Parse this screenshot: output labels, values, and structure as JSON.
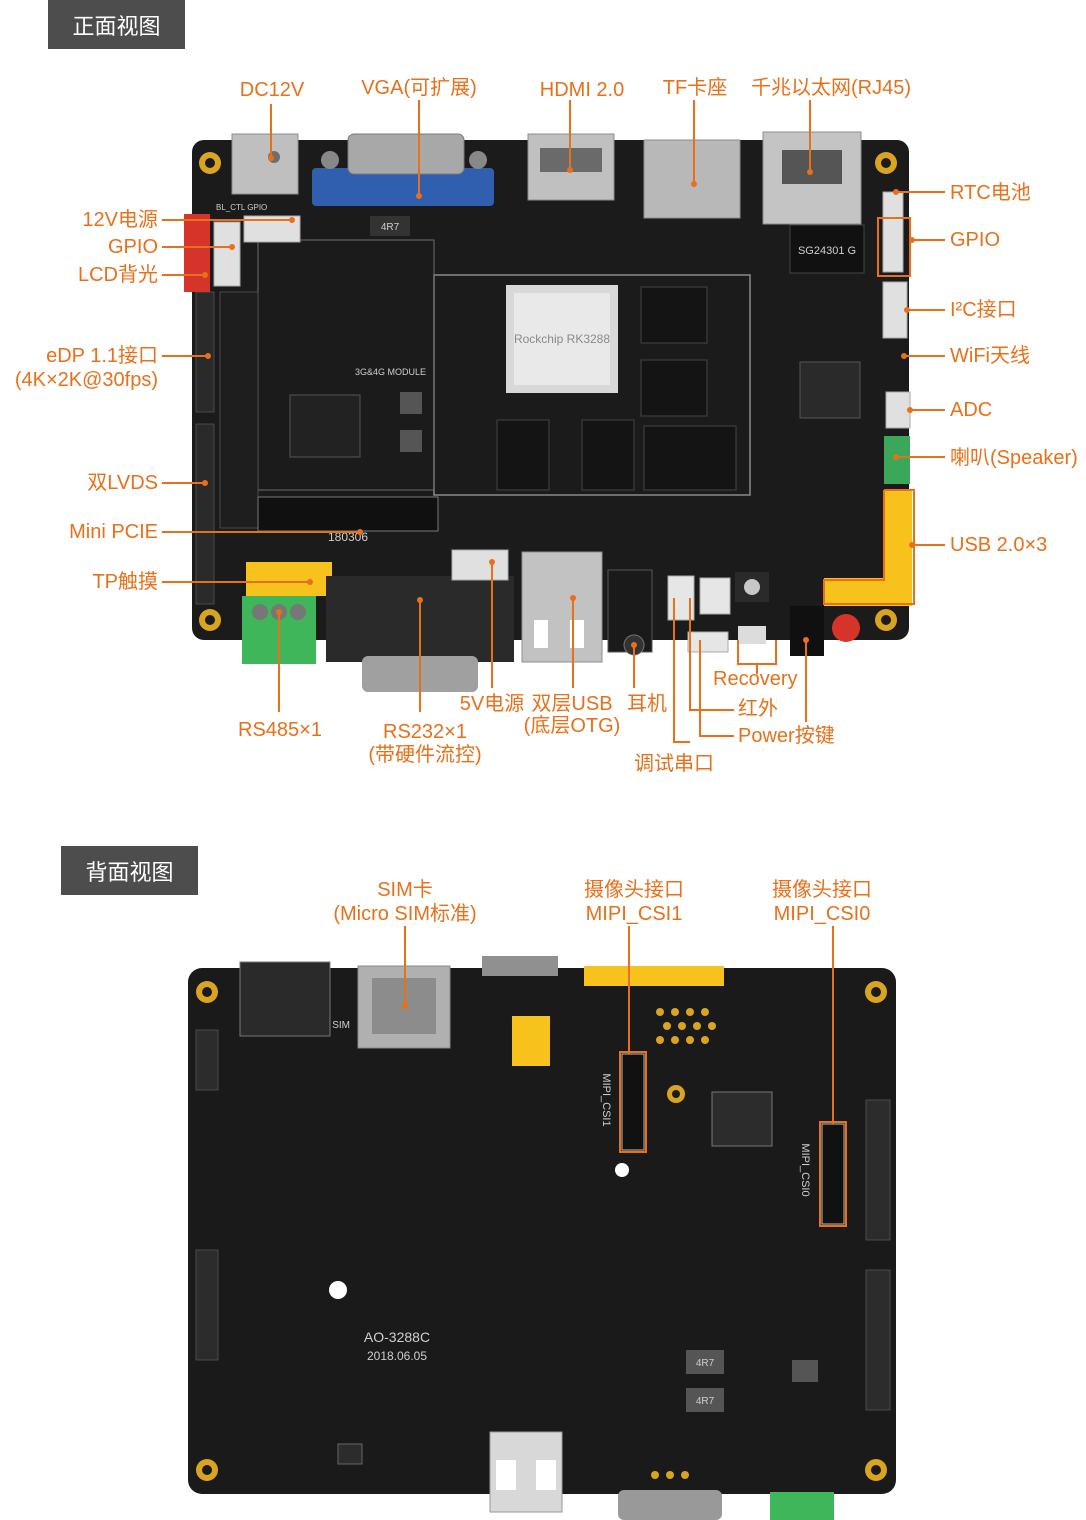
{
  "sections": {
    "front": "正面视图",
    "back": "背面视图"
  },
  "front_labels": {
    "dc12v": "DC12V",
    "vga": "VGA(可扩展)",
    "hdmi": "HDMI 2.0",
    "tf": "TF卡座",
    "rj45": "千兆以太网(RJ45)",
    "rtc": "RTC电池",
    "gpio_right": "GPIO",
    "i2c": "I²C接口",
    "wifi": "WiFi天线",
    "adc": "ADC",
    "speaker": "喇叭(Speaker)",
    "usb3x": "USB 2.0×3",
    "power12v": "12V电源",
    "gpio_left": "GPIO",
    "lcd": "LCD背光",
    "edp_line1": "eDP 1.1接口",
    "edp_line2": "(4K×2K@30fps)",
    "lvds": "双LVDS",
    "minipcie": "Mini PCIE",
    "tp": "TP触摸",
    "rs485": "RS485×1",
    "rs232_line1": "RS232×1",
    "rs232_line2": "(带硬件流控)",
    "power5v": "5V电源",
    "usb_dual_line1": "双层USB",
    "usb_dual_line2": "(底层OTG)",
    "earphone": "耳机",
    "debug": "调试串口",
    "recovery": "Recovery",
    "ir": "红外",
    "power_key": "Power按键"
  },
  "back_labels": {
    "sim_line1": "SIM卡",
    "sim_line2": "(Micro SIM标准)",
    "csi1_line1": "摄像头接口",
    "csi1_line2": "MIPI_CSI1",
    "csi0_line1": "摄像头接口",
    "csi0_line2": "MIPI_CSI0"
  },
  "colors": {
    "accent": "#e8701a",
    "tag_bg": "#4d4d4d",
    "pcb": "#1b1b1b",
    "vga_blue": "#2f5fae",
    "header_yellow": "#f6c21b",
    "terminal_green": "#3fb65a",
    "connector_red": "#d6332a"
  }
}
